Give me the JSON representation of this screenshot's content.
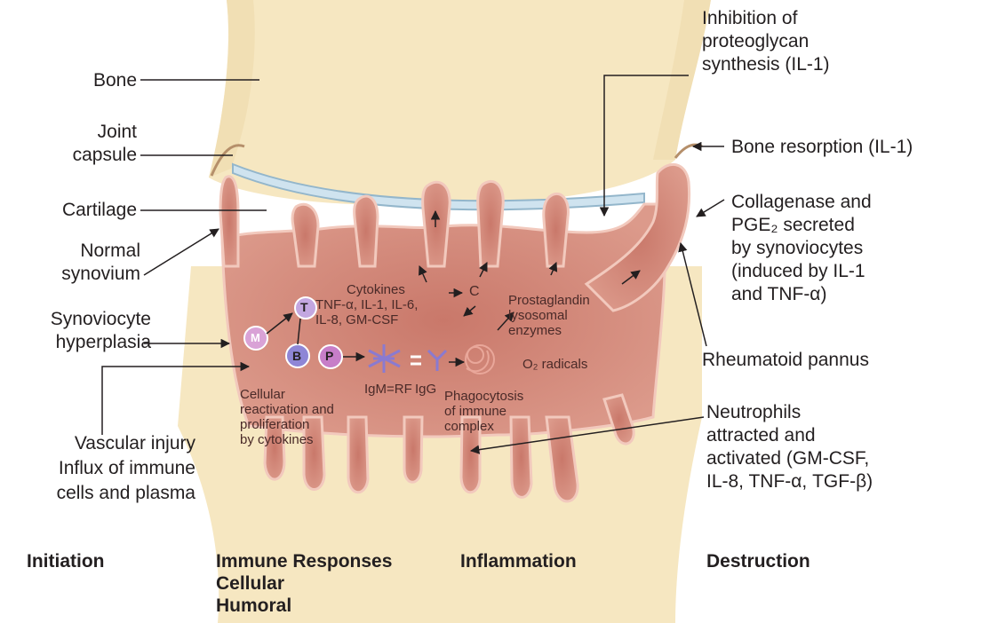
{
  "labels": {
    "bone": "Bone",
    "joint_capsule": [
      "Joint",
      "capsule"
    ],
    "cartilage": "Cartilage",
    "normal_synovium": [
      "Normal",
      "synovium"
    ],
    "synoviocyte_hyperplasia": [
      "Synoviocyte",
      "hyperplasia"
    ],
    "vascular_injury": [
      "Vascular injury",
      "Influx of immune",
      "cells and plasma"
    ],
    "inhibition": [
      "Inhibition of",
      "proteoglycan",
      "synthesis (IL-1)"
    ],
    "bone_resorption": "Bone resorption (IL-1)",
    "collagenase": [
      "Collagenase and",
      "PGE₂ secreted",
      "by synoviocytes",
      "(induced by IL-1",
      "and TNF-α)"
    ],
    "rheumatoid_pannus": "Rheumatoid pannus",
    "neutrophils": [
      "Neutrophils",
      "attracted and",
      "activated (GM-CSF,",
      "IL-8, TNF-α, TGF-β)"
    ]
  },
  "interior": {
    "cytokines": [
      "Cytokines",
      "TNF-α, IL-1, IL-6,",
      "IL-8, GM-CSF"
    ],
    "c": "C",
    "prostaglandin": [
      "Prostaglandin",
      "lysosomal",
      "enzymes"
    ],
    "o2": "O₂ radicals",
    "igm_rf": "IgM=RF",
    "igg": "IgG",
    "cellular": [
      "Cellular",
      "reactivation and",
      "proliferation",
      "by cytokines"
    ],
    "phagocytosis": [
      "Phagocytosis",
      "of immune",
      "complex"
    ]
  },
  "cells": {
    "m": "M",
    "t": "T",
    "b": "B",
    "p": "P"
  },
  "stages": {
    "initiation": "Initiation",
    "immune": [
      "Immune Responses",
      "Cellular",
      "Humoral"
    ],
    "inflammation": "Inflammation",
    "destruction": "Destruction"
  },
  "colors": {
    "bone": "#f6e7c1",
    "bone_shadow": "#e9d5a4",
    "synovium": "#d98f7f",
    "synovium_dark": "#c7705f",
    "synovium_edge": "#f2c9bd",
    "cartilage": "#cfe3ef",
    "cell_m": "#d9a2d6",
    "cell_t": "#c3a7e0",
    "cell_b": "#8e86d6",
    "cell_p": "#c77ec8",
    "antibody": "#8a7ad0"
  }
}
